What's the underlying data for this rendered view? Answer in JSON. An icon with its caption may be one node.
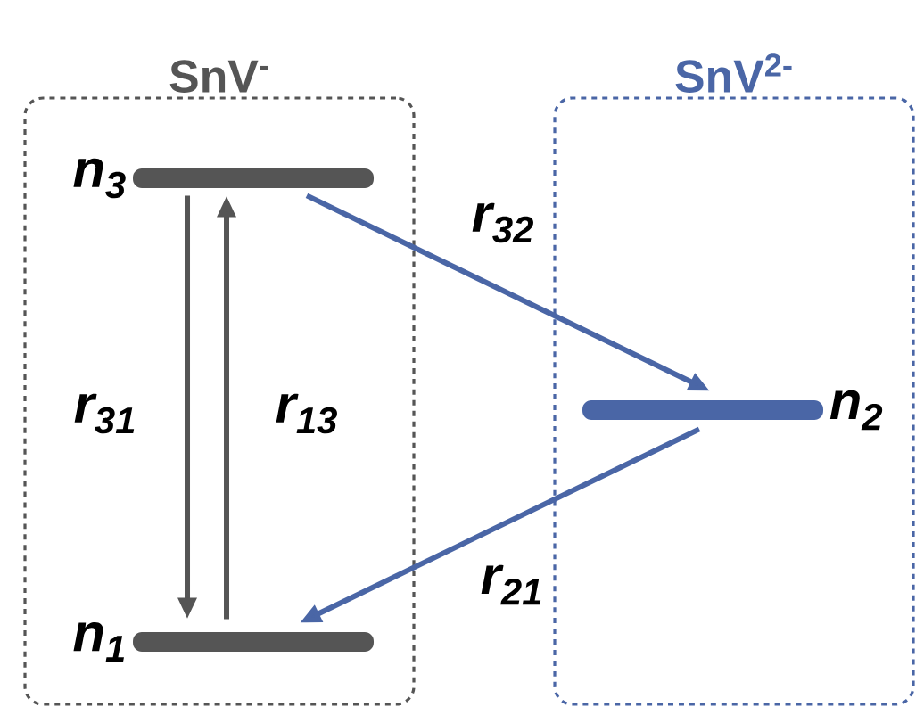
{
  "diagram": {
    "nodes": [
      {
        "text": [
          "SnV$^{-}$"
        ]
      },
      {
        "text": [
          "SnV$^{2-}$"
        ]
      },
      {
        "text": [
          "n$_{3}$"
        ],
        "in": 0
      },
      {
        "text": [
          "n$_{1}$"
        ],
        "in": 0
      },
      {
        "text": [
          "n$_{2}$"
        ],
        "in": 1
      }
    ],
    "edges": [
      {
        "from": 2,
        "to": 3,
        "arrow": "to",
        "label": "r$_{31}$"
      },
      {
        "from": 3,
        "to": 2,
        "arrow": "to",
        "label": "r$_{13}$"
      },
      {
        "from": 2,
        "to": 4,
        "arrow": "to",
        "label": "r$_{32}$",
        "color": "#4a66a6"
      },
      {
        "from": 4,
        "to": 3,
        "arrow": "to",
        "label": "r$_{21}$",
        "color": "#4a66a6"
      }
    ]
  }
}
